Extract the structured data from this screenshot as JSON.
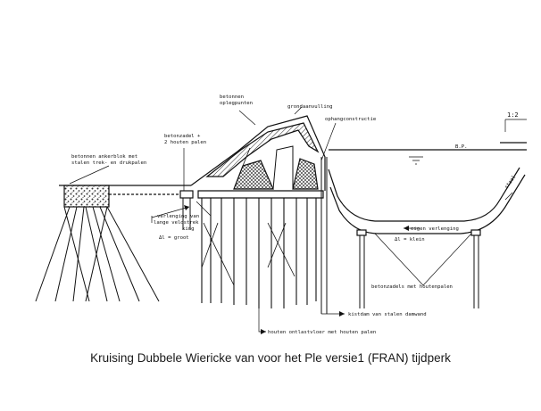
{
  "labels": {
    "betonnen_oplegpunten_1": "betonnen",
    "betonnen_oplegpunten_2": "oplegpunten",
    "grondaanvulling": "grondaanvulling",
    "ophangconstructie": "ophangconstructie",
    "betonzadel_1": "betonzadel +",
    "betonzadel_2": "2 houten palen",
    "ankerblok_1": "betonnen ankerblok met",
    "ankerblok_2": "stalen trek- en drukpalen",
    "verlenging_1": "verlenging van",
    "verlenging_2": "lange veldstrek",
    "verlenging_3": "king",
    "delta_groot": "Δl = groot",
    "bp": "B.P.",
    "staal": "staal",
    "scale": "1:2",
    "eigen_verlenging": "eigen verlenging",
    "delta_klein": "Δl = klein",
    "betonzadels": "betonzadels met houtenpalen",
    "kistdam": "kistdam van stalen damwand",
    "houten_ontlastvloer": "houten ontlastvloer met houten palen"
  },
  "caption": "Kruising Dubbele Wiericke van voor het Ple versie1 (FRAN) tijdperk"
}
